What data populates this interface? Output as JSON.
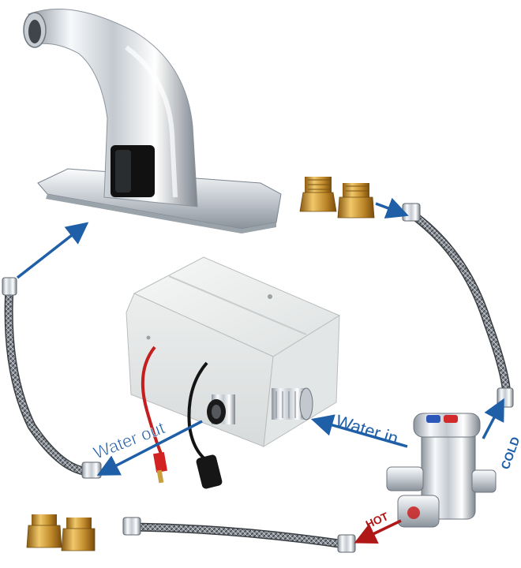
{
  "labels": {
    "water_out": "Water out",
    "water_in": "Water in",
    "cold": "COLD",
    "hot": "HOT"
  },
  "colors": {
    "arrow_blue": "#1f5fa8",
    "arrow_red": "#b01818",
    "chrome_light": "#f4f6f8",
    "chrome_dark": "#7c8590",
    "brass": "#c9962e",
    "box_white": "#eef0f0",
    "sensor_black": "#111111"
  }
}
